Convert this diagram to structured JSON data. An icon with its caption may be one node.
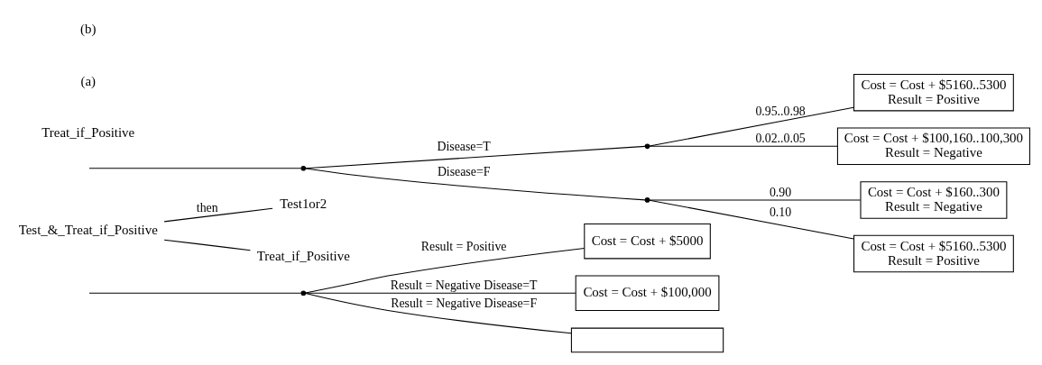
{
  "diagram": {
    "nodes": [
      {
        "text": [],
        "shape": "point"
      },
      {
        "text": [
          "Cost = Cost + $5000"
        ]
      },
      {
        "text": [
          "Cost = Cost + $100,000"
        ]
      },
      {
        "text": [],
        "shape": "box"
      },
      {
        "text": [
          "Test_&_Treat_if_Positive"
        ]
      },
      {
        "text": [
          "Test1or2"
        ]
      },
      {
        "text": [
          "Treat_if_Positive"
        ]
      },
      {
        "text": [],
        "shape": "point"
      },
      {
        "text": [],
        "shape": "point"
      },
      {
        "text": [],
        "shape": "point"
      },
      {
        "text": [
          "Cost = Cost + $5160..5300",
          "Result = Positive"
        ]
      },
      {
        "text": [
          "Cost = Cost + $100,160..100,300",
          "Result = Negative"
        ]
      },
      {
        "text": [
          "Cost = Cost + $160..300",
          "Result = Negative"
        ]
      },
      {
        "text": [
          "Cost = Cost + $5160..5300",
          "Result = Positive"
        ]
      }
    ],
    "edges": [
      {
        "from": null,
        "to": 0,
        "arrow": "none"
      },
      {
        "from": 0,
        "to": 1,
        "arrow": "none",
        "label": "Result = Positive"
      },
      {
        "from": 0,
        "to": 2,
        "arrow": "none",
        "label": "Result = Negative Disease=T"
      },
      {
        "from": 0,
        "to": 3,
        "arrow": "none",
        "label": "Result = Negative Disease=F"
      },
      {
        "from": 4,
        "to": 5,
        "arrow": "none",
        "label": "then"
      },
      {
        "from": 4,
        "to": 6,
        "arrow": "none"
      },
      {
        "from": null,
        "to": 7,
        "arrow": "none"
      },
      {
        "from": 7,
        "to": 8,
        "arrow": "none",
        "label": "Disease=T"
      },
      {
        "from": 7,
        "to": 9,
        "arrow": "none",
        "label": "Disease=F"
      },
      {
        "from": 8,
        "to": 10,
        "arrow": "none",
        "label": "0.95..0.98"
      },
      {
        "from": 8,
        "to": 11,
        "arrow": "none",
        "label": "0.02..0.05"
      },
      {
        "from": 9,
        "to": 12,
        "arrow": "none",
        "label": "0.90"
      },
      {
        "from": 9,
        "to": 13,
        "arrow": "none",
        "label": "0.10"
      }
    ],
    "labels": [
      "Treat_if_Positive",
      "(a)",
      "(b)"
    ]
  }
}
